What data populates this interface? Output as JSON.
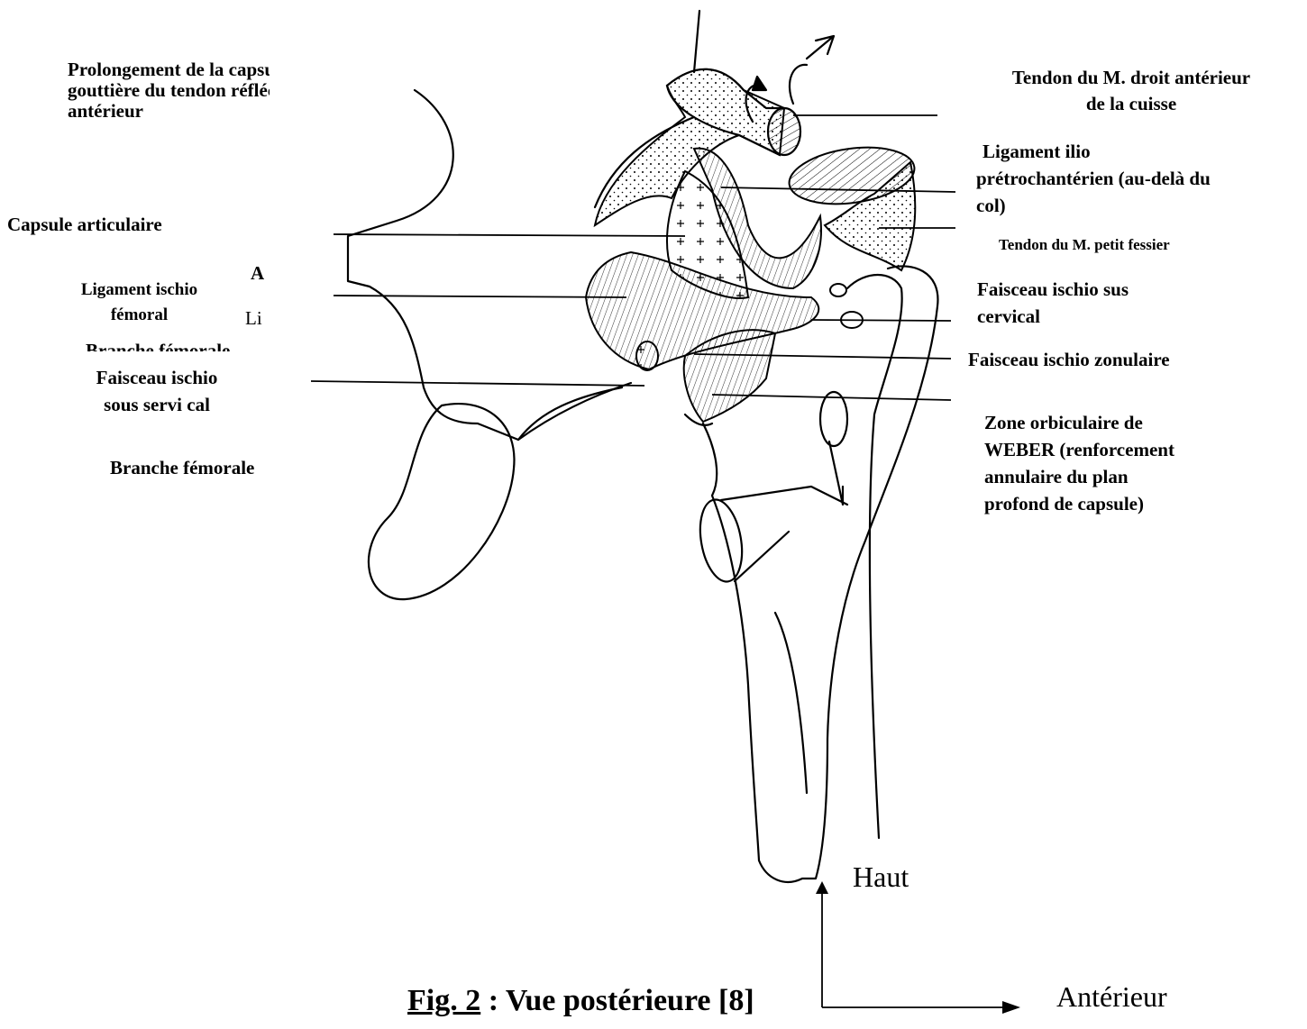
{
  "labels": {
    "prolongement": [
      "Prolongement de la capsule dans la",
      "gouttière du tendon réfléchi du droit",
      "antérieur"
    ],
    "capsule": "Capsule articulaire",
    "lig_ischio": [
      "Ligament ischio",
      "fémoral"
    ],
    "overlap_a": "A",
    "overlap_li": "Li",
    "branche_hidden": "Branche fémorale",
    "faisceau_sous": [
      "Faisceau ischio",
      "sous servi cal"
    ],
    "branche_bottom": "Branche fémorale",
    "tendon_droit": [
      "Tendon du M. droit antérieur",
      "de la cuisse"
    ],
    "lig_ilio": [
      "Ligament ilio",
      "prétrochantérien (au-delà du",
      "col)"
    ],
    "tendon_petit": "Tendon du M. petit fessier",
    "faisceau_sus": [
      "Faisceau ischio sus",
      "cervical"
    ],
    "faisceau_zon": "Faisceau ischio zonulaire",
    "zone_weber": [
      "Zone orbiculaire de",
      "WEBER (renforcement",
      "annulaire du plan",
      "profond de capsule)"
    ]
  },
  "axes": {
    "up": "Haut",
    "right": "Antérieur"
  },
  "caption": {
    "fig": "Fig. 2",
    "rest": " : Vue postérieure [8]"
  }
}
